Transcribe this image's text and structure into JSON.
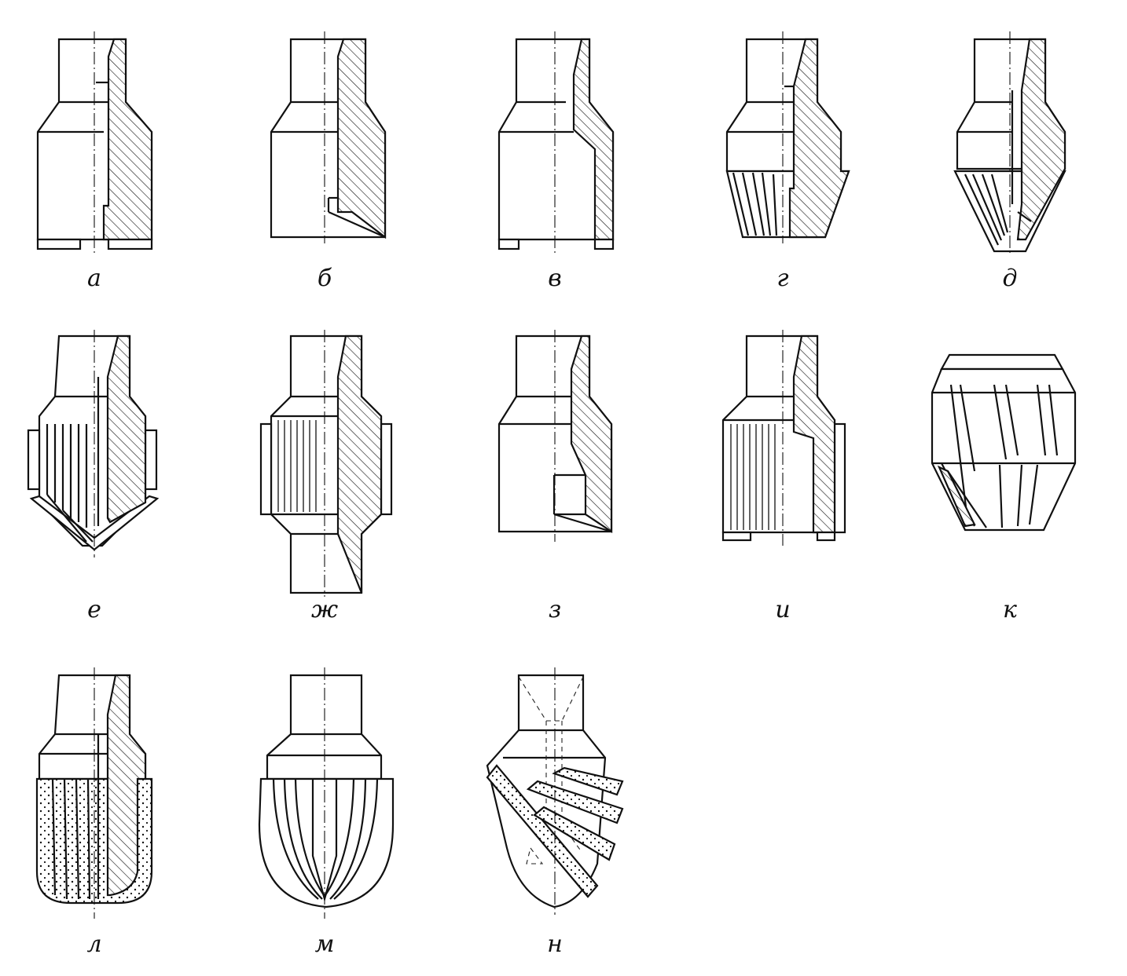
{
  "figure": {
    "labels": {
      "a": "а",
      "b": "б",
      "v": "в",
      "g": "г",
      "d": "д",
      "e": "е",
      "zh": "ж",
      "z": "з",
      "i": "и",
      "k": "к",
      "l": "л",
      "m": "м",
      "n": "н"
    }
  }
}
